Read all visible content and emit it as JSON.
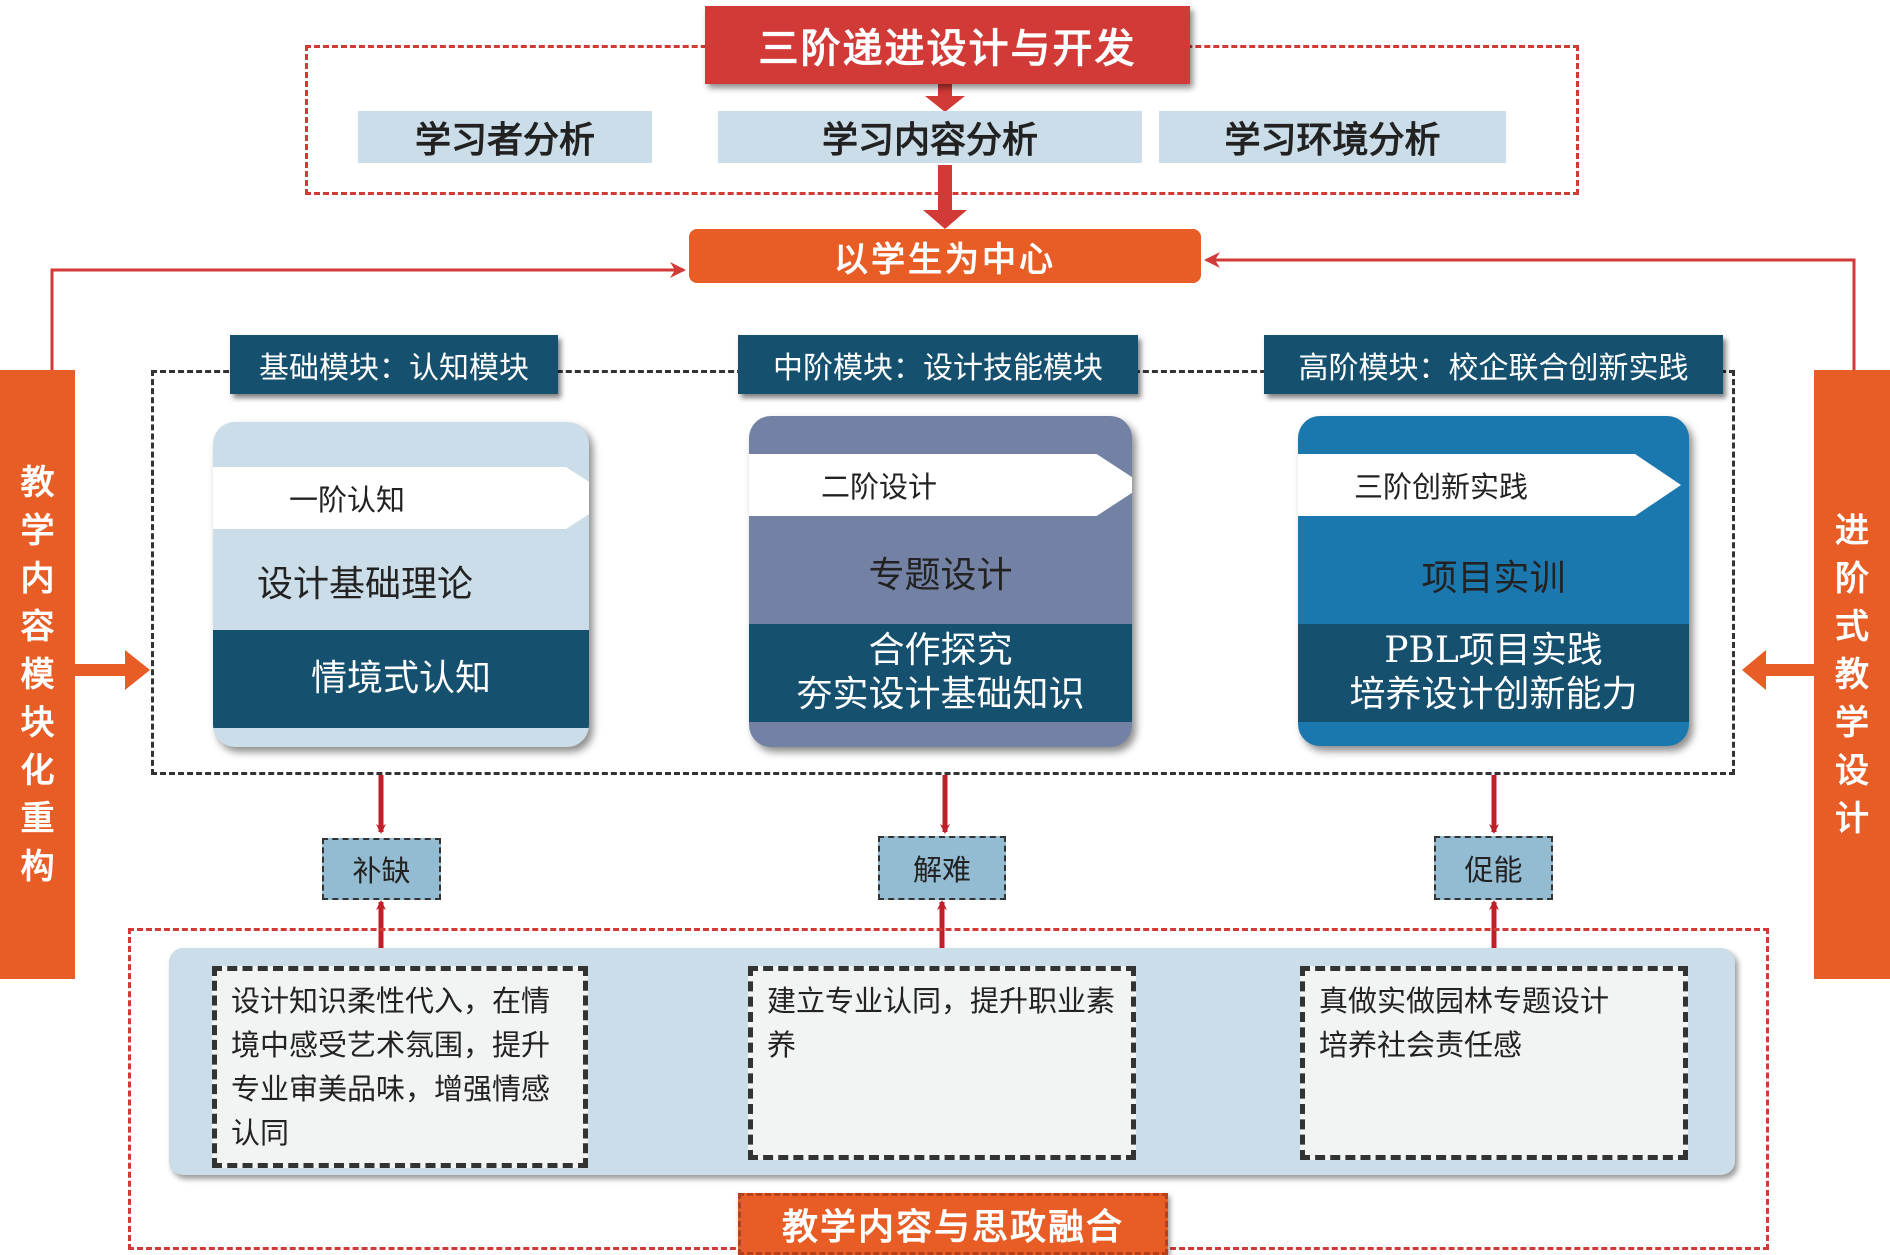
{
  "top": {
    "title": "三阶递进设计与开发",
    "analyses": [
      "学习者分析",
      "学习内容分析",
      "学习环境分析"
    ]
  },
  "center": {
    "label": "以学生为中心"
  },
  "left_bar": {
    "label": "教学内容模块化重构",
    "chars": [
      "教",
      "学",
      "内",
      "容",
      "模",
      "块",
      "化",
      "重",
      "构"
    ]
  },
  "right_bar": {
    "label": "进阶式教学设计",
    "chars": [
      "进",
      "阶",
      "式",
      "教",
      "学",
      "设",
      "计"
    ]
  },
  "modules": [
    {
      "header": "基础模块：认知模块",
      "stage": "一阶认知",
      "topic": "设计基础理论",
      "method_lines": [
        "情境式认知"
      ],
      "color": "#cbdde8",
      "outcome": "补缺",
      "ideology": "设计知识柔性代入，在情境中感受艺术氛围，提升专业审美品味，增强情感认同"
    },
    {
      "header": "中阶模块：设计技能模块",
      "stage": "二阶设计",
      "topic": "专题设计",
      "method_lines": [
        "合作探究",
        "夯实设计基础知识"
      ],
      "color": "#7382a4",
      "outcome": "解难",
      "ideology": "建立专业认同，提升职业素养"
    },
    {
      "header": "高阶模块：校企联合创新实践",
      "stage": "三阶创新实践",
      "topic": "项目实训",
      "method_lines": [
        "PBL项目实践",
        "培养设计创新能力"
      ],
      "color": "#1b78ae",
      "outcome": "促能",
      "ideology": "真做实做园林专题设计\n培养社会责任感"
    }
  ],
  "bottom": {
    "label": "教学内容与思政融合"
  },
  "colors": {
    "red": "#d13a36",
    "orange": "#e85d26",
    "navy": "#15506f",
    "light_blue": "#cbdde8",
    "tag_blue": "#93bcd2"
  }
}
